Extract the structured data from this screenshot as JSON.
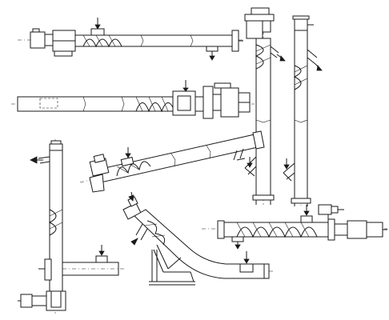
{
  "figure": {
    "background": "#ffffff",
    "line_color": "#1a1a1a",
    "items": [
      {
        "name": "horizontal-screw-conveyor-top",
        "icon": "screw-conveyor-horizontal"
      },
      {
        "name": "horizontal-screw-conveyor-middle",
        "icon": "screw-conveyor-horizontal-reverse"
      },
      {
        "name": "vertical-screw-conveyor-tall",
        "icon": "screw-conveyor-vertical"
      },
      {
        "name": "vertical-screw-conveyor-right",
        "icon": "screw-conveyor-vertical"
      },
      {
        "name": "inclined-screw-conveyor",
        "icon": "screw-conveyor-inclined"
      },
      {
        "name": "vertical-screw-conveyor-left",
        "icon": "screw-conveyor-vertical-elbow"
      },
      {
        "name": "curved-screw-conveyor",
        "icon": "screw-conveyor-curved"
      },
      {
        "name": "horizontal-screw-conveyor-bottom-right",
        "icon": "screw-conveyor-horizontal"
      }
    ]
  }
}
